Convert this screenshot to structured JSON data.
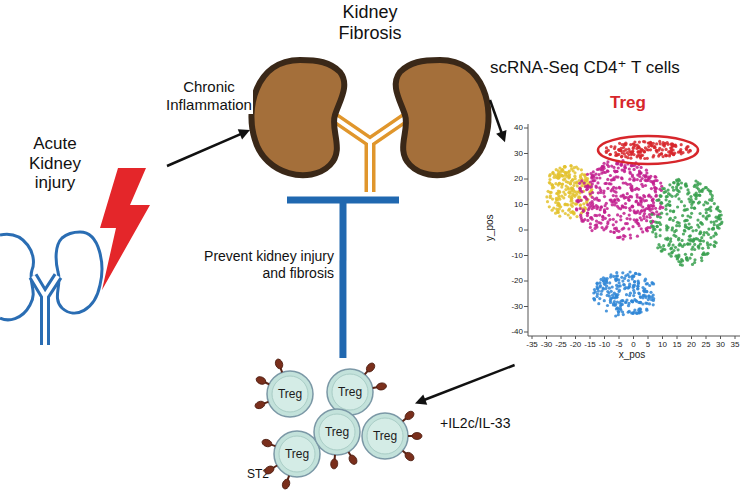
{
  "diagram": {
    "nodes": [
      {
        "text": [
          "Acute Kidney injury"
        ]
      },
      {
        "text": [
          "Kidney Fibrosis"
        ]
      },
      {
        "text": [
          "scRNA-Seq CD4⁺ T cells",
          "Treg"
        ]
      },
      {
        "text": [
          "ST2"
        ]
      },
      {
        "text": [
          "Treg"
        ],
        "in": 3
      },
      {
        "text": [
          "Treg"
        ],
        "in": 3
      },
      {
        "text": [
          "Treg"
        ],
        "in": 3
      },
      {
        "text": [
          "Treg"
        ],
        "in": 3
      },
      {
        "text": [
          "Treg"
        ],
        "in": 3
      }
    ],
    "edges": [
      {
        "from": 0,
        "to": 1,
        "arrow": "to",
        "label": "Chronic Inflammation"
      },
      {
        "from": 1,
        "to": 2,
        "arrow": "to"
      },
      {
        "from": 2,
        "to": 3,
        "arrow": "to",
        "label": "+IL2c/IL-33"
      },
      {
        "from": 3,
        "to": 1,
        "arrow": "to",
        "label": "Prevent kidney injury and fibrosis"
      }
    ],
    "labels": [
      "y_pos",
      "x_pos",
      "40",
      "30",
      "20",
      "10",
      "0",
      "-10",
      "-20",
      "-30",
      "-40",
      "-35",
      "-30",
      "-25",
      "-20",
      "-15",
      "-10",
      "-5",
      "0",
      "5",
      "10",
      "15",
      "20",
      "25",
      "30",
      "35"
    ]
  }
}
